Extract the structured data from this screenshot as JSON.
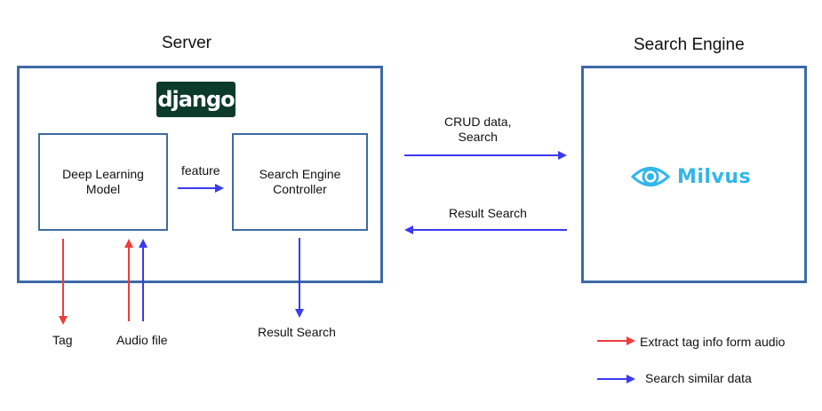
{
  "server": {
    "title": "Server",
    "framework_logo": "django",
    "deep_learning_model": "Deep Learning\nModel",
    "search_engine_controller": "Search Engine\nController",
    "feature_label": "feature"
  },
  "search_engine": {
    "title": "Search Engine",
    "logo_text": "Milvus",
    "logo_icon": "eye-icon"
  },
  "connections": {
    "request_label": "CRUD data,\nSearch",
    "response_label": "Result Search"
  },
  "bottom_labels": {
    "tag": "Tag",
    "audio_file": "Audio file",
    "result_search": "Result Search"
  },
  "legend": {
    "items": [
      {
        "label": "Extract tag info form audio",
        "color": "#f03c3c"
      },
      {
        "label": "Search similar data",
        "color": "#3a3af0"
      }
    ]
  },
  "colors": {
    "box_border": "#3d6aa6",
    "red_arrow": "#f03c3c",
    "blue_arrow": "#3a3af0",
    "django_bg": "#0c3b2b",
    "milvus": "#31b6ea"
  }
}
